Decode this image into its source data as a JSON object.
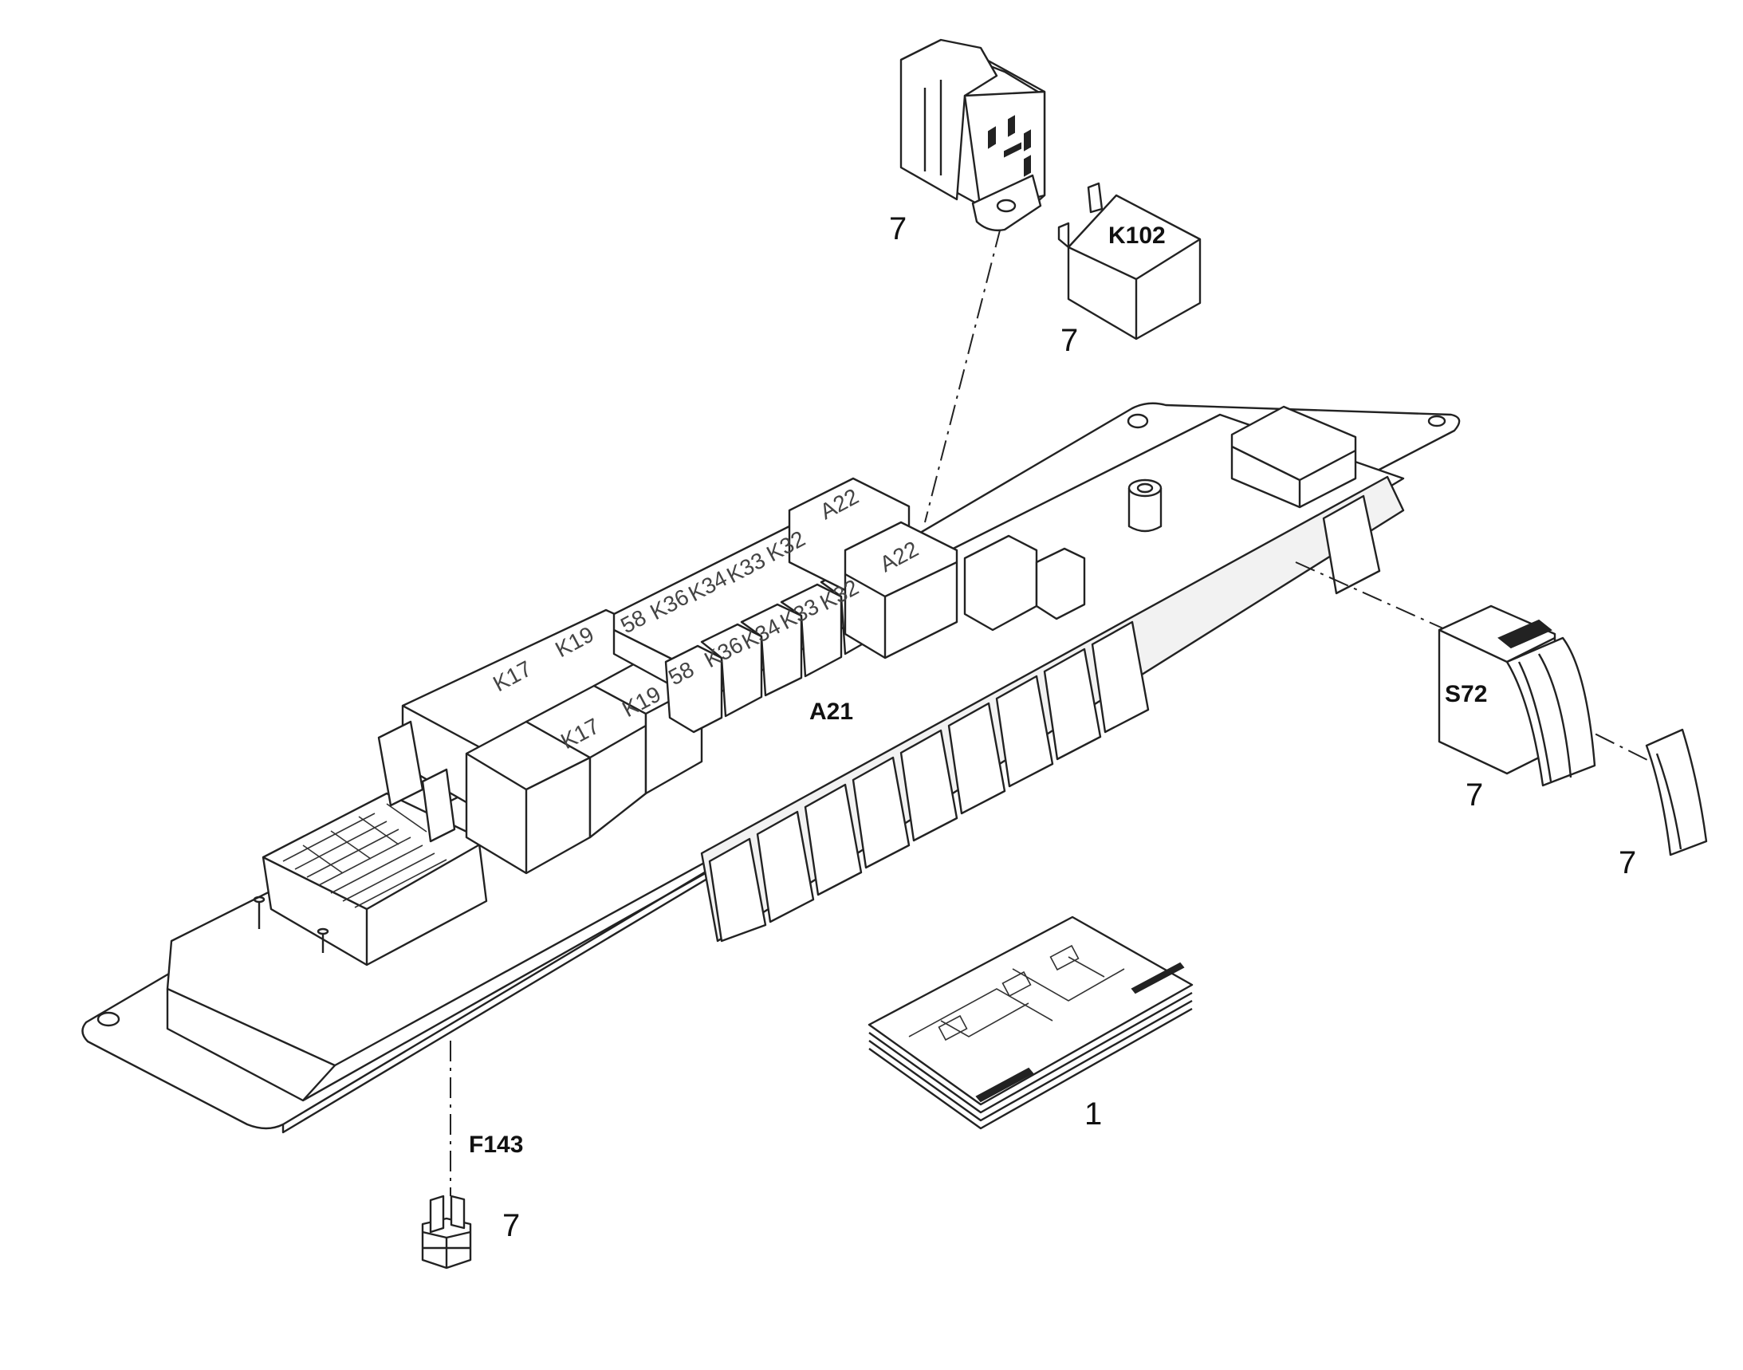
{
  "title": "",
  "callouts": {
    "relay_socket": "7",
    "relay_k102": "7",
    "switch_s72": "7",
    "switch_cap": "7",
    "fuse_f143": "7",
    "manual": "1"
  },
  "references": {
    "a21": "A21",
    "k102": "K102",
    "s72": "S72",
    "f143": "F143"
  },
  "module_markings": {
    "k17_a": "K17",
    "k19_a": "K19",
    "k17_b": "K17",
    "k19_b": "K19",
    "k58_a": "58",
    "k36_a": "K36",
    "k34_a": "K34",
    "k33_a": "K33",
    "k32_a": "K32",
    "a22_a": "A22",
    "k58_b": "58",
    "k36_b": "K36",
    "k34_b": "K34",
    "k33_b": "K33",
    "k32_b": "K32",
    "a22_b": "A22"
  },
  "colors": {
    "line": "#222222",
    "background": "#ffffff"
  }
}
